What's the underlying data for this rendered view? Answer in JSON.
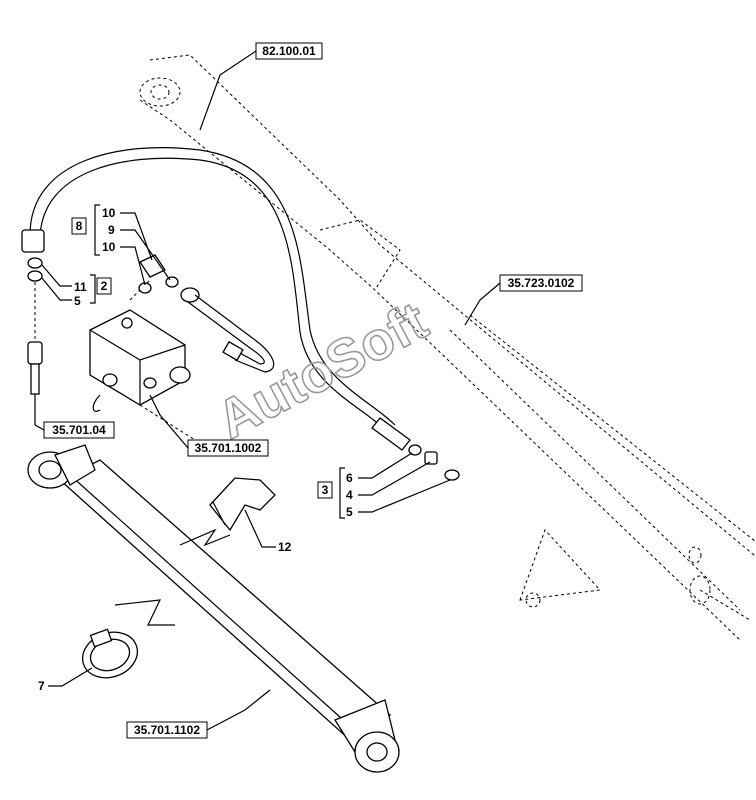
{
  "watermark": "AutoSoft",
  "refs": {
    "frame": "82.100.01",
    "boom": "35.723.0102",
    "fitting": "35.701.04",
    "valve": "35.701.1002",
    "cylinder": "35.701.1102"
  },
  "groups": {
    "g8": "8",
    "g2": "2",
    "g3": "3"
  },
  "items": {
    "i10a": "10",
    "i9": "9",
    "i10b": "10",
    "i11": "11",
    "i5a": "5",
    "i6": "6",
    "i4": "4",
    "i5b": "5",
    "i12": "12",
    "i7": "7"
  }
}
